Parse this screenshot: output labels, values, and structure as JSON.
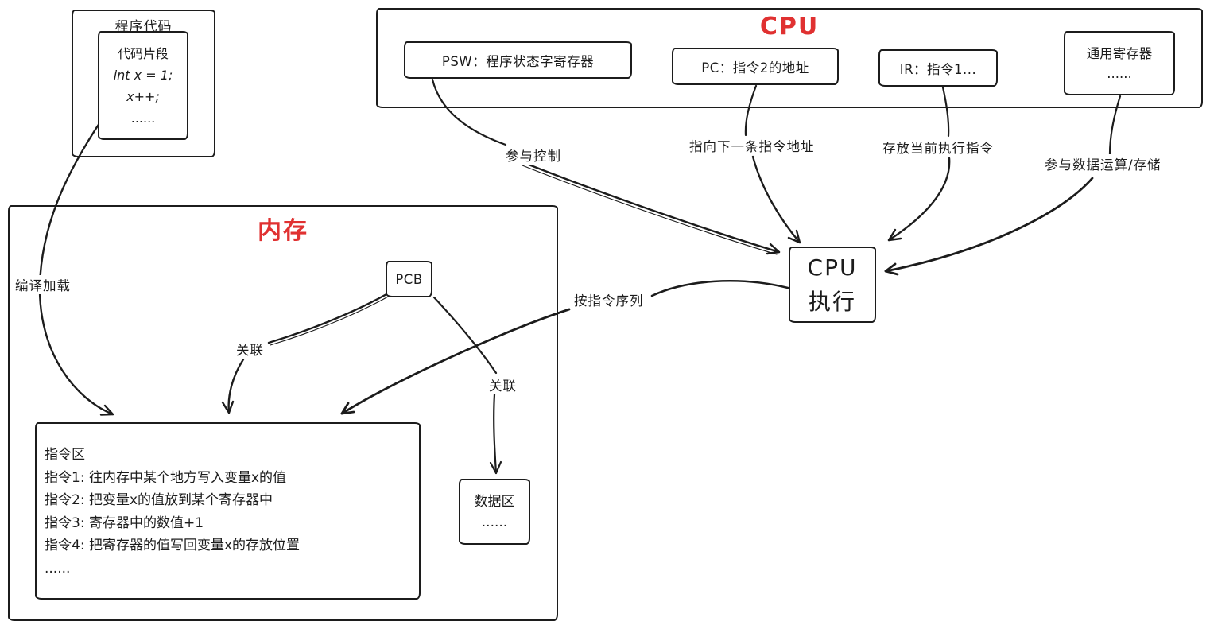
{
  "colors": {
    "ink": "#1c1c1c",
    "accent_red": "#e03131",
    "background": "#ffffff"
  },
  "program_code": {
    "title": "程序代码",
    "snippet": {
      "lines": [
        "代码片段",
        "int x = 1;",
        "x++;",
        "......"
      ]
    }
  },
  "cpu": {
    "title": "CPU",
    "registers": [
      {
        "label": "PSW：程序状态字寄存器"
      },
      {
        "label": "PC：指令2的地址"
      },
      {
        "label": "IR：指令1..."
      },
      {
        "label": "通用寄存器",
        "sub": "......"
      }
    ]
  },
  "cpu_exec": {
    "line1": "CPU",
    "line2": "执行"
  },
  "memory": {
    "title": "内存",
    "pcb": {
      "label": "PCB"
    },
    "instruction_area": {
      "lines": [
        "指令区",
        "指令1: 往内存中某个地方写入变量x的值",
        "指令2: 把变量x的值放到某个寄存器中",
        "指令3: 寄存器中的数值+1",
        "指令4: 把寄存器的值写回变量x的存放位置",
        "......"
      ]
    },
    "data_area": {
      "lines": [
        "数据区",
        "......"
      ]
    }
  },
  "edge_labels": {
    "compile_load": "编译加载",
    "control": "参与控制",
    "next_instruction": "指向下一条指令地址",
    "current_instruction": "存放当前执行指令",
    "data_ops": "参与数据运算/存储",
    "assoc_left": "关联",
    "assoc_right": "关联",
    "by_sequence": "按指令序列"
  }
}
